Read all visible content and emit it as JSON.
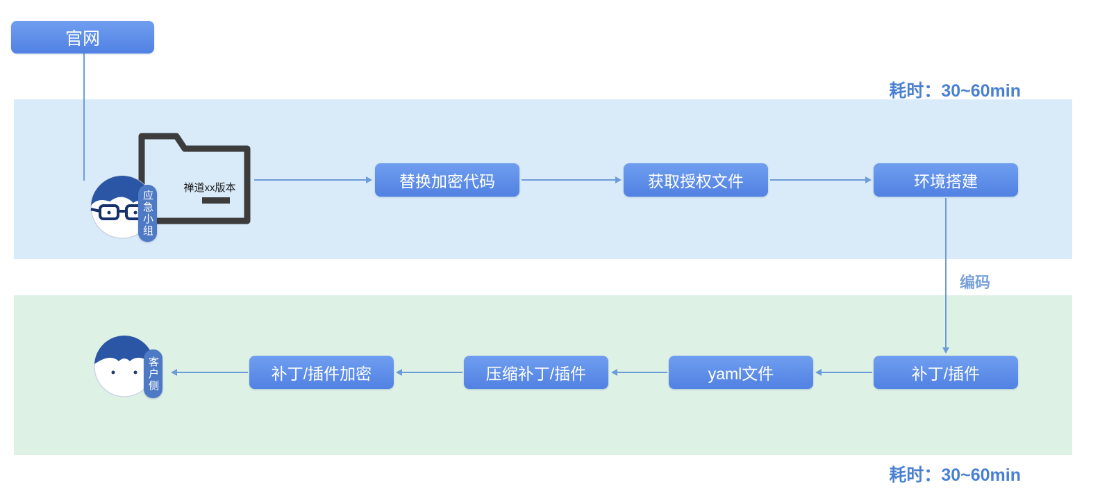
{
  "colors": {
    "button_blue": "#5b89e6",
    "band_blue": "#d9eaf8",
    "band_green": "#def1e5",
    "arrow": "#6d9bd8",
    "time_text": "#4a80d2",
    "folder": "#3c3c3c",
    "pill_blue": "#4e79c4"
  },
  "start": {
    "label": "官网"
  },
  "annotations": {
    "time_top": "耗时：30~60min",
    "time_bottom": "耗时：30~60min",
    "encode_label": "编码"
  },
  "actors": {
    "internal": "应急小组",
    "client": "客户侧"
  },
  "folder": {
    "label": "禅道xx版本"
  },
  "row1": {
    "steps": [
      "替换加密代码",
      "获取授权文件",
      "环境搭建"
    ]
  },
  "row2": {
    "steps": [
      "补丁/插件",
      "yaml文件",
      "压缩补丁/插件",
      "补丁/插件加密"
    ]
  }
}
